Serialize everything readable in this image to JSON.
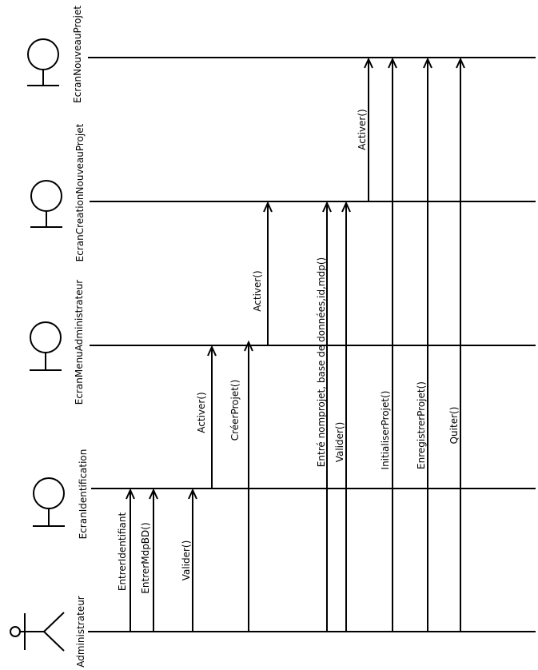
{
  "participants": [
    {
      "id": "p0",
      "name": "Administrateur",
      "kind": "actor"
    },
    {
      "id": "p1",
      "name": "EcranIdentification",
      "kind": "boundary"
    },
    {
      "id": "p2",
      "name": "EcranMenuAdministrateur",
      "kind": "boundary"
    },
    {
      "id": "p3",
      "name": "EcranCreationNouveauProjet",
      "kind": "boundary"
    },
    {
      "id": "p4",
      "name": "EcranNouveauProjet",
      "kind": "boundary"
    }
  ],
  "messages": [
    {
      "id": "m0",
      "label": "EntrerIdentifiant",
      "from": "p0",
      "to": "p1"
    },
    {
      "id": "m1",
      "label": "EntrerMdpBD()",
      "from": "p0",
      "to": "p1"
    },
    {
      "id": "m2",
      "label": "Valider()",
      "from": "p0",
      "to": "p1"
    },
    {
      "id": "m3",
      "label": "Activer()",
      "from": "p1",
      "to": "p2"
    },
    {
      "id": "m4",
      "label": "CréerProjet()",
      "from": "p0",
      "to": "p2"
    },
    {
      "id": "m5",
      "label": "Activer()",
      "from": "p2",
      "to": "p3"
    },
    {
      "id": "m6",
      "label": "Entré nomprojet, base de données,id,mdp()",
      "from": "p0",
      "to": "p3"
    },
    {
      "id": "m7",
      "label": "Valider()",
      "from": "p0",
      "to": "p3"
    },
    {
      "id": "m8",
      "label": "Activer()",
      "from": "p3",
      "to": "p4"
    },
    {
      "id": "m9",
      "label": "InitialiserProjet()",
      "from": "p0",
      "to": "p4"
    },
    {
      "id": "m10",
      "label": "EnregistrerProjet()",
      "from": "p0",
      "to": "p4"
    },
    {
      "id": "m11",
      "label": "Quiter()",
      "from": "p0",
      "to": "p4"
    }
  ]
}
